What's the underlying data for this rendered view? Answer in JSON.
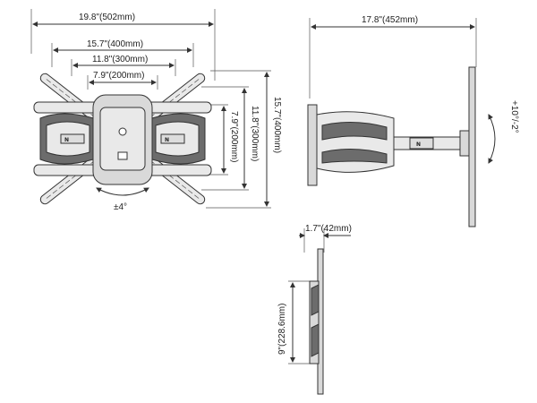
{
  "front_view": {
    "width_total": "19.8\"(502mm)",
    "width_400": "15.7\"(400mm)",
    "width_300": "11.8\"(300mm)",
    "width_200": "7.9\"(200mm)",
    "height_400": "15.7\"(400mm)",
    "height_300": "11.8\"(300mm)",
    "height_200": "7.9\"(200mm)",
    "tilt_label": "±4°"
  },
  "side_view": {
    "extension": "17.8\"(452mm)",
    "tilt_range": "+10°/-2°"
  },
  "profile_view": {
    "depth": "1.7\"(42mm)",
    "plate_height": "9\"(228.6mm)"
  }
}
